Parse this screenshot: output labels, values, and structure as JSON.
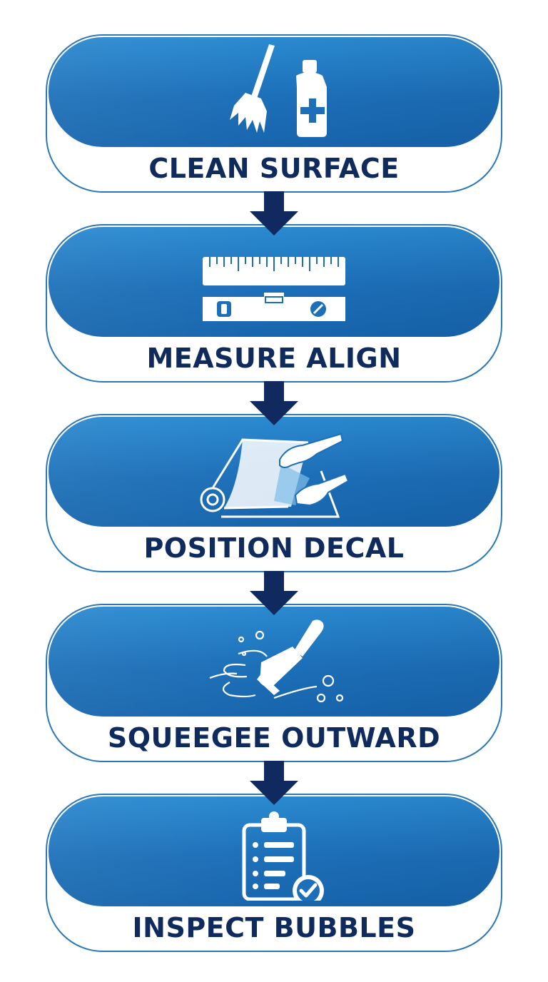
{
  "steps": [
    {
      "label": "CLEAN SURFACE",
      "icon": "broom-and-spray-bottle-icon"
    },
    {
      "label": "MEASURE ALIGN",
      "icon": "ruler-and-level-icon"
    },
    {
      "label": "POSITION DECAL",
      "icon": "hands-applying-decal-icon"
    },
    {
      "label": "SQUEEGEE OUTWARD",
      "icon": "squeegee-icon"
    },
    {
      "label": "INSPECT BUBBLES",
      "icon": "clipboard-checklist-icon"
    }
  ],
  "colors": {
    "pill_top": "#2b8ad0",
    "pill_bottom": "#1765ad",
    "outline": "#2b78b8",
    "label_text": "#0f2a5c",
    "arrow": "#10295e",
    "icon": "#ffffff"
  }
}
